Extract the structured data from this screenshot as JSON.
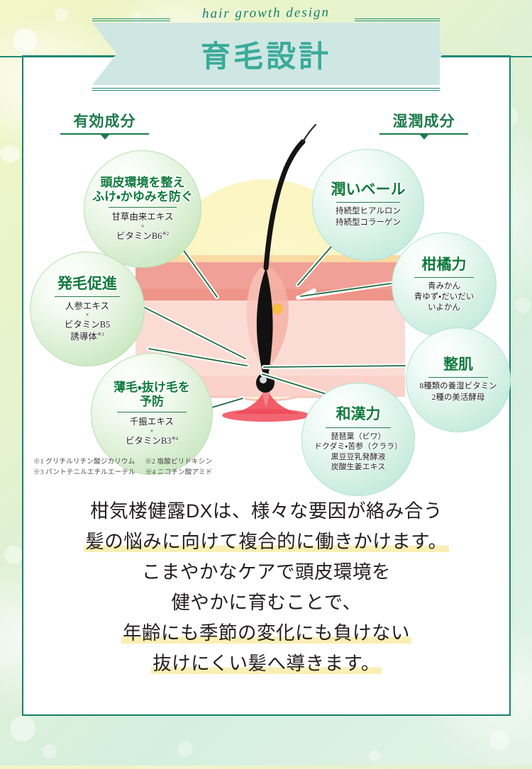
{
  "banner": {
    "english": "hair growth design",
    "title": "育毛設計"
  },
  "sections": {
    "left_header": "有効成分",
    "right_header": "湿潤成分"
  },
  "bubbles": [
    {
      "id": "b-scalp",
      "title": "頭皮環境を整え\nふけ・かゆみを防ぐ",
      "title_l1": "頭皮環境を整え",
      "title_l2": "ふけ・かゆみを防ぐ",
      "ingredient_a": "甘草由来エキス",
      "x": "×",
      "ingredient_b": "ビタミンB6",
      "note": "※2",
      "side": "left"
    },
    {
      "id": "b-growth",
      "title": "発毛促進",
      "ingredient_a": "人参エキス",
      "x": "×",
      "ingredient_b": "ビタミンB5",
      "ingredient_c": "誘導体",
      "note": "※3",
      "side": "left"
    },
    {
      "id": "b-prevent",
      "title_l1": "薄毛・抜け毛を",
      "title_l2": "予防",
      "ingredient_a": "千振エキス",
      "x": "×",
      "ingredient_b": "ビタミンB3",
      "note": "※4",
      "side": "left"
    },
    {
      "id": "b-veil",
      "title": "潤いベール",
      "line1": "持続型ヒアルロン",
      "line2": "持続型コラーゲン",
      "side": "right"
    },
    {
      "id": "b-citrus",
      "title": "柑橘力",
      "line1": "青みかん",
      "line2": "青ゆず・だいだい",
      "line3": "いよかん",
      "side": "right"
    },
    {
      "id": "b-skin",
      "title": "整肌",
      "line1": "8種類の養湿ビタミン",
      "line2": "2種の美活酵母",
      "side": "right"
    },
    {
      "id": "b-kampo",
      "title": "和漢力",
      "line1": "琵琶葉（ビワ）",
      "line2": "ドクダミ・苦参（クララ）",
      "line3": "黒豆豆乳発酵液",
      "line4": "炭酸生姜エキス",
      "side": "right"
    }
  ],
  "footnotes": {
    "n1": "※1 グリチルリチン酸ジカリウム",
    "n2": "※2 塩酸ピリドキシン",
    "n3": "※3 パントテニルエチルエーテル",
    "n4": "※4 ニコチン酸アミド"
  },
  "blurb": {
    "line1": "柑気楼健露DXは、様々な要因が絡み合う",
    "line2": "髪の悩みに向けて複合的に働きかけます。",
    "line3": "こまやかなケアで頭皮環境を",
    "line4": "健やかに育むことで、",
    "line5": "年齢にも季節の変化にも負けない",
    "line6": "抜けにくい髪へ導きます。"
  },
  "colors": {
    "brand_teal": "#16806f",
    "banner_fill": "#cfe7e2",
    "title_teal": "#3aab9b",
    "header_green": "#1d7a4b",
    "bubble_title_green": "#0f7a3c",
    "highlight_yellow": "#f9efb4",
    "skin_dermis": "#f09b8e",
    "skin_subcutis": "#fbdcd4",
    "glow_yellow": "#fbf6c4",
    "hair_black": "#1a1a1a",
    "vessel_red": "#ef4b59"
  }
}
